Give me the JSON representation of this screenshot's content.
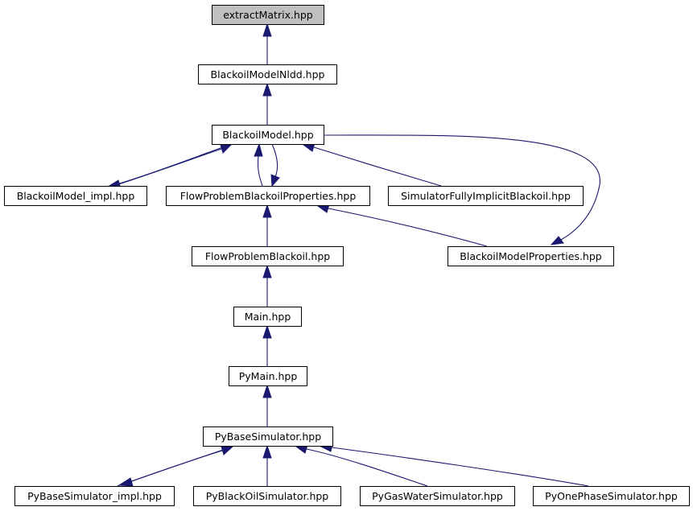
{
  "diagram": {
    "nodes": [
      {
        "id": "extractMatrix",
        "label": "extractMatrix.hpp",
        "highlighted": true
      },
      {
        "id": "nldd",
        "label": "BlackoilModelNldd.hpp"
      },
      {
        "id": "model",
        "label": "BlackoilModel.hpp"
      },
      {
        "id": "impl",
        "label": "BlackoilModel_impl.hpp"
      },
      {
        "id": "fpbp",
        "label": "FlowProblemBlackoilProperties.hpp"
      },
      {
        "id": "sfib",
        "label": "SimulatorFullyImplicitBlackoil.hpp"
      },
      {
        "id": "fpb",
        "label": "FlowProblemBlackoil.hpp"
      },
      {
        "id": "bmp",
        "label": "BlackoilModelProperties.hpp"
      },
      {
        "id": "main",
        "label": "Main.hpp"
      },
      {
        "id": "pymain",
        "label": "PyMain.hpp"
      },
      {
        "id": "pybase",
        "label": "PyBaseSimulator.hpp"
      },
      {
        "id": "pybaseimpl",
        "label": "PyBaseSimulator_impl.hpp"
      },
      {
        "id": "pyblack",
        "label": "PyBlackOilSimulator.hpp"
      },
      {
        "id": "pygas",
        "label": "PyGasWaterSimulator.hpp"
      },
      {
        "id": "pyone",
        "label": "PyOnePhaseSimulator.hpp"
      }
    ],
    "edges": [
      {
        "from": "nldd",
        "to": "extractMatrix"
      },
      {
        "from": "model",
        "to": "nldd"
      },
      {
        "from": "impl",
        "to": "model"
      },
      {
        "from": "model",
        "to": "impl"
      },
      {
        "from": "fpbp",
        "to": "model"
      },
      {
        "from": "model",
        "to": "fpbp"
      },
      {
        "from": "sfib",
        "to": "model"
      },
      {
        "from": "model",
        "to": "bmp"
      },
      {
        "from": "fpb",
        "to": "fpbp"
      },
      {
        "from": "bmp",
        "to": "fpbp"
      },
      {
        "from": "main",
        "to": "fpb"
      },
      {
        "from": "pymain",
        "to": "main"
      },
      {
        "from": "pybase",
        "to": "pymain"
      },
      {
        "from": "pybaseimpl",
        "to": "pybase"
      },
      {
        "from": "pybase",
        "to": "pybaseimpl"
      },
      {
        "from": "pyblack",
        "to": "pybase"
      },
      {
        "from": "pygas",
        "to": "pybase"
      },
      {
        "from": "pyone",
        "to": "pybase"
      }
    ],
    "colors": {
      "edge": "#191970",
      "node_border": "#000000",
      "node_fill": "#ffffff",
      "highlight_fill": "#bfbfbf"
    }
  }
}
